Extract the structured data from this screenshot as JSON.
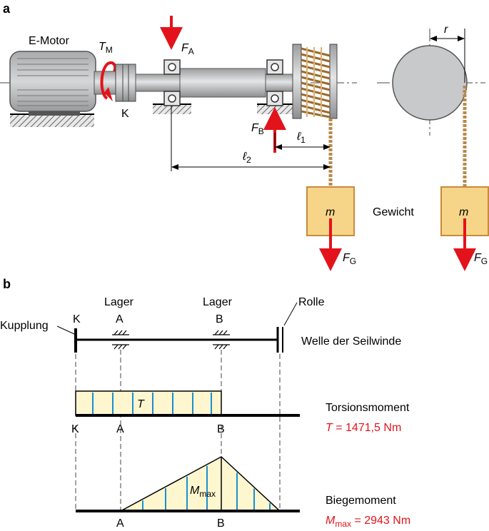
{
  "panel_a": {
    "label": "a",
    "motor_label": "E-Motor",
    "torque_symbol": "T",
    "torque_sub": "M",
    "coupling_label": "K",
    "force_a_symbol": "F",
    "force_a_sub": "A",
    "force_b_symbol": "F",
    "force_b_sub": "B",
    "l1_symbol": "ℓ",
    "l1_sub": "1",
    "l2_symbol": "ℓ",
    "l2_sub": "2",
    "radius_symbol": "r",
    "mass_symbol": "m",
    "weight_label": "Gewicht",
    "fg_symbol": "F",
    "fg_sub": "G"
  },
  "panel_b": {
    "label": "b",
    "lager_a_label": "Lager",
    "lager_b_label": "Lager",
    "rolle_label": "Rolle",
    "kupplung_label": "Kupplung",
    "welle_label": "Welle der Seilwinde",
    "k_top": "K",
    "a_top": "A",
    "b_top": "B",
    "torsion": {
      "symbol": "T",
      "axis_k": "K",
      "axis_a": "A",
      "axis_b": "B",
      "title": "Torsionsmoment",
      "value_symbol": "T",
      "value_text": " = 1471,5 Nm"
    },
    "bending": {
      "symbol": "M",
      "symbol_sub": "max",
      "axis_a": "A",
      "axis_b": "B",
      "title": "Biegemoment",
      "value_symbol": "M",
      "value_sub": "max",
      "value_text": " = 2943 Nm"
    }
  },
  "colors": {
    "red": "#e3131b",
    "steel": "#c8c9ca",
    "steel_dark": "#8a8b8c",
    "mass_fill": "#f6d589",
    "mass_stroke": "#c98a3a",
    "rope": "#b8894a",
    "diagram_fill": "#fdf6cf",
    "hatch_line": "#1a8fd0"
  }
}
